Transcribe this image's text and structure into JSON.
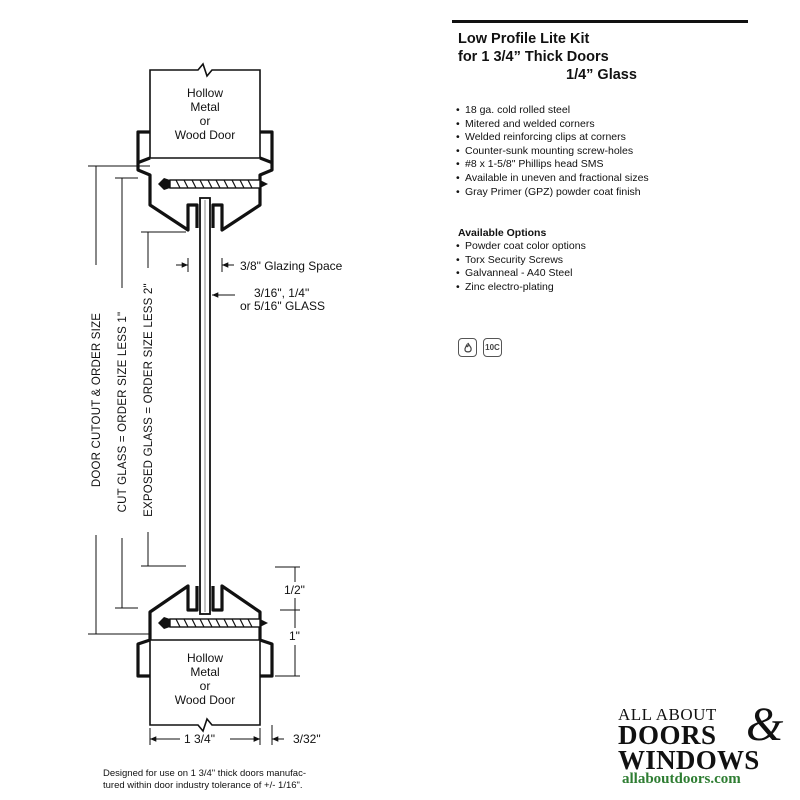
{
  "title": {
    "line1": "Low Profile Lite Kit",
    "line2": "for 1 3/4” Thick Doors",
    "line3": "1/4”  Glass"
  },
  "specs": [
    "18 ga. cold rolled steel",
    "Mitered and welded corners",
    "Welded reinforcing clips at corners",
    "Counter-sunk mounting screw-holes",
    "#8 x 1-5/8\" Phillips head SMS",
    "Available in uneven and fractional sizes",
    "Gray Primer (GPZ) powder coat finish"
  ],
  "options": {
    "heading": "Available Options",
    "items": [
      "Powder coat color options",
      "Torx Security Screws",
      "Galvanneal - A40 Steel",
      "Zinc electro-plating"
    ]
  },
  "badges": [
    "fire-rating-icon",
    "10C"
  ],
  "diagram": {
    "door_top": [
      "Hollow",
      "Metal",
      "or",
      "Wood Door"
    ],
    "door_bottom": [
      "Hollow",
      "Metal",
      "or",
      "Wood Door"
    ],
    "glazing_space": "3/8\" Glazing Space",
    "glass_line1": "3/16\", 1/4\"",
    "glass_line2": "or 5/16\" GLASS",
    "dim_door_cutout": "DOOR CUTOUT & ORDER SIZE",
    "dim_cut_glass": "CUT GLASS = ORDER SIZE LESS 1\"",
    "dim_exposed_glass": "EXPOSED GLASS = ORDER SIZE LESS 2\"",
    "dim_half": "1/2\"",
    "dim_one": "1\"",
    "dim_width": "1 3/4\"",
    "dim_lip": "3/32\""
  },
  "footnote": {
    "line1": "Designed for use on 1 3/4\" thick doors manufac-",
    "line2": "tured within door industry tolerance of +/- 1/16\"."
  },
  "logo": {
    "line1": "ALL ABOUT",
    "line2": "DOORS",
    "line3": "WINDOWS",
    "ampersand": "&",
    "url": "allaboutdoors.com"
  }
}
